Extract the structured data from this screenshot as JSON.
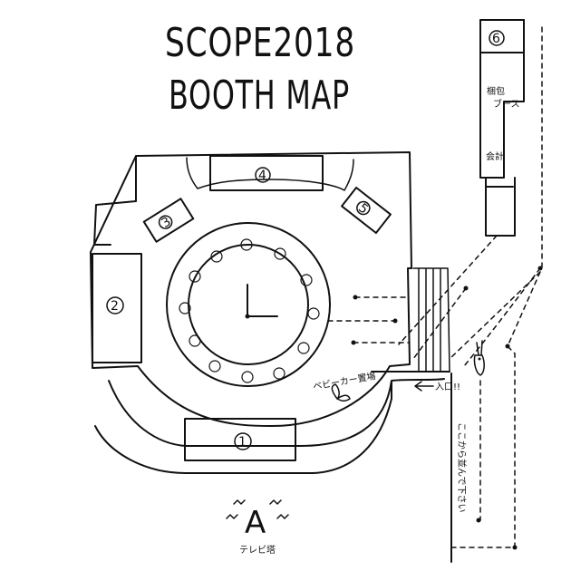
{
  "map": {
    "title_line1": "SCOPE2018",
    "title_line2": "BOOTH MAP",
    "booths": {
      "b1": "1",
      "b2": "2",
      "b3": "3",
      "b4": "4",
      "b5": "5",
      "b6": "6"
    },
    "right_labels": {
      "konpo": "梱包",
      "booth": "ブース",
      "kaikei": "会計"
    },
    "stroller_area": "ベビーカー置場",
    "entrance": "入口!!",
    "queue_note": "ここから並んで下さい",
    "tv_tower_letter": "A",
    "tv_tower_label": "テレビ塔"
  }
}
